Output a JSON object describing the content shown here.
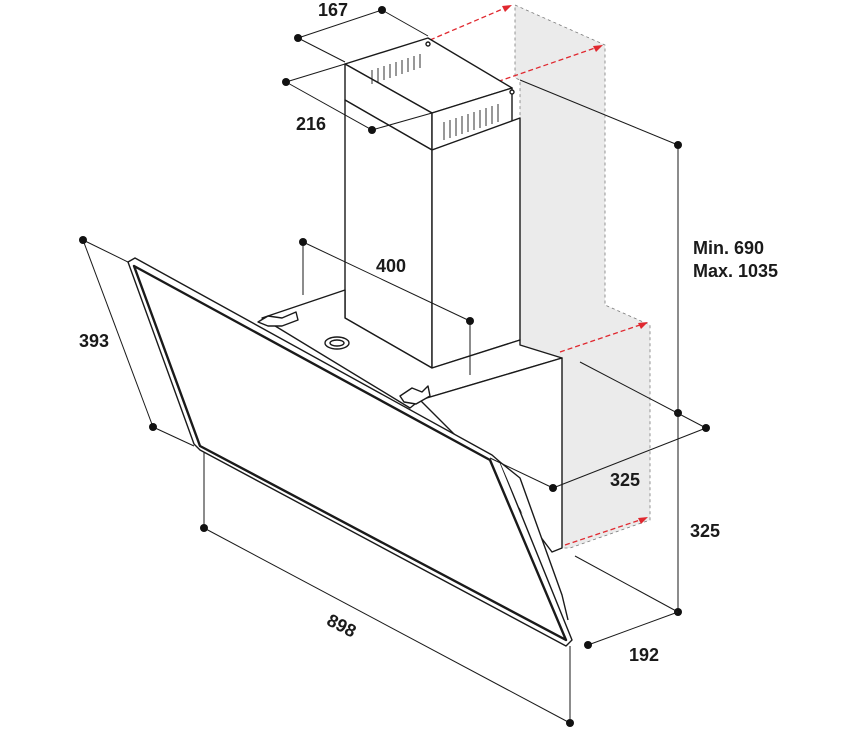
{
  "diagram": {
    "colors": {
      "line": "#1a1a1a",
      "wall": "#ebebeb",
      "arrow": "#e0282f"
    },
    "labels": {
      "chimney_width": "167",
      "chimney_depth": "216",
      "chimney_inner": "400",
      "height_min": "Min. 690",
      "height_max": "Max. 1035",
      "glass_height": "393",
      "canopy_depth": "325",
      "body_height": "325",
      "wall_offset": "192",
      "total_width": "898"
    }
  }
}
